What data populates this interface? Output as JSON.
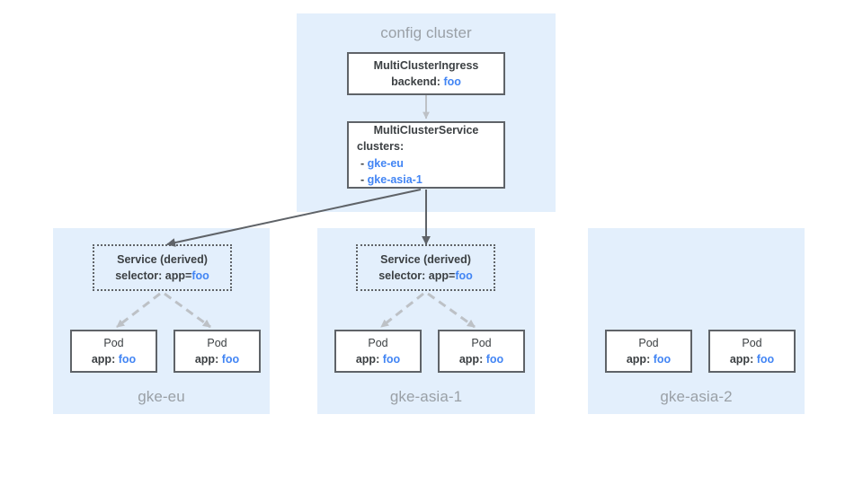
{
  "diagram": {
    "title": "Multi-cluster Ingress / MultiClusterService topology",
    "colors": {
      "panel_background": "#e3effc",
      "panel_label": "#9aa0a6",
      "node_border": "#5f6368",
      "node_text": "#3c4043",
      "accent_blue": "#4285f4",
      "arrow_solid": "#5f6368",
      "arrow_dashed": "#bdc1c6",
      "page_background": "#ffffff"
    }
  },
  "config_cluster": {
    "label": "config cluster",
    "label_position": "top",
    "nodes": {
      "ingress": {
        "name": "MultiClusterIngress",
        "field_label": "backend:",
        "field_value": "foo"
      },
      "service": {
        "name": "MultiClusterService",
        "field_label": "clusters:",
        "items": [
          {
            "bullet": "-",
            "value": "gke-eu"
          },
          {
            "bullet": "-",
            "value": "gke-asia-1"
          }
        ]
      }
    }
  },
  "member_clusters": [
    {
      "label": "gke-eu",
      "label_position": "bottom",
      "has_derived_service": true,
      "derived_service": {
        "name": "Service (derived)",
        "field_label": "selector: app=",
        "field_value": "foo"
      },
      "pods": [
        {
          "name": "Pod",
          "field_label": "app:",
          "field_value": "foo"
        },
        {
          "name": "Pod",
          "field_label": "app:",
          "field_value": "foo"
        }
      ]
    },
    {
      "label": "gke-asia-1",
      "label_position": "bottom",
      "has_derived_service": true,
      "derived_service": {
        "name": "Service (derived)",
        "field_label": "selector: app=",
        "field_value": "foo"
      },
      "pods": [
        {
          "name": "Pod",
          "field_label": "app:",
          "field_value": "foo"
        },
        {
          "name": "Pod",
          "field_label": "app:",
          "field_value": "foo"
        }
      ]
    },
    {
      "label": "gke-asia-2",
      "label_position": "bottom",
      "has_derived_service": false,
      "derived_service": null,
      "pods": [
        {
          "name": "Pod",
          "field_label": "app:",
          "field_value": "foo"
        },
        {
          "name": "Pod",
          "field_label": "app:",
          "field_value": "foo"
        }
      ]
    }
  ],
  "connectors": [
    {
      "from": "MultiClusterIngress",
      "to": "MultiClusterService",
      "style": "solid-light",
      "arrow": "triangle"
    },
    {
      "from": "MultiClusterService",
      "to": "gke-eu Service (derived)",
      "style": "solid-dark",
      "arrow": "triangle"
    },
    {
      "from": "MultiClusterService",
      "to": "gke-asia-1 Service (derived)",
      "style": "solid-dark",
      "arrow": "triangle"
    },
    {
      "from": "gke-eu Service (derived)",
      "to": "gke-eu Pod 1",
      "style": "dashed",
      "arrow": "triangle"
    },
    {
      "from": "gke-eu Service (derived)",
      "to": "gke-eu Pod 2",
      "style": "dashed",
      "arrow": "triangle"
    },
    {
      "from": "gke-asia-1 Service (derived)",
      "to": "gke-asia-1 Pod 1",
      "style": "dashed",
      "arrow": "triangle"
    },
    {
      "from": "gke-asia-1 Service (derived)",
      "to": "gke-asia-1 Pod 2",
      "style": "dashed",
      "arrow": "triangle"
    }
  ]
}
